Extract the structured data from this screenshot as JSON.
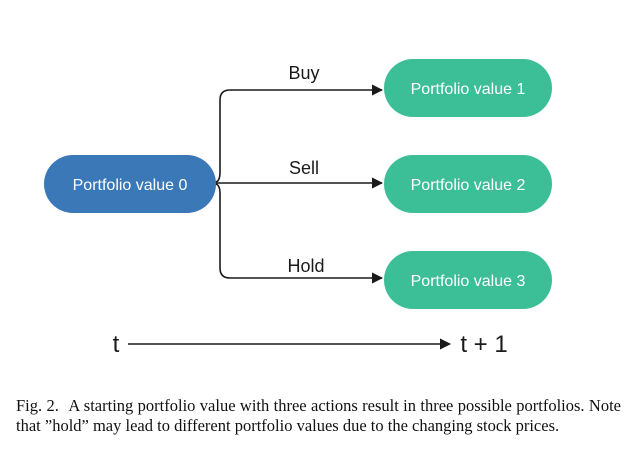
{
  "colors": {
    "start_node": "#3b78b8",
    "outcome_node": "#3cbf97",
    "edge": "#1a1a1a",
    "text_on_node": "#ffffff"
  },
  "diagram": {
    "start_node": {
      "label": "Portfolio value 0"
    },
    "outcome_nodes": [
      {
        "label": "Portfolio value 1"
      },
      {
        "label": "Portfolio value 2"
      },
      {
        "label": "Portfolio value 3"
      }
    ],
    "actions": [
      {
        "label": "Buy"
      },
      {
        "label": "Sell"
      },
      {
        "label": "Hold"
      }
    ],
    "timeline": {
      "start_label": "t",
      "end_label": "t + 1"
    }
  },
  "caption": {
    "fig_label": "Fig. 2.",
    "text": "A starting portfolio value with three actions result in three possible portfolios. Note that ”hold” may lead to different portfolio values due to the changing stock prices."
  }
}
